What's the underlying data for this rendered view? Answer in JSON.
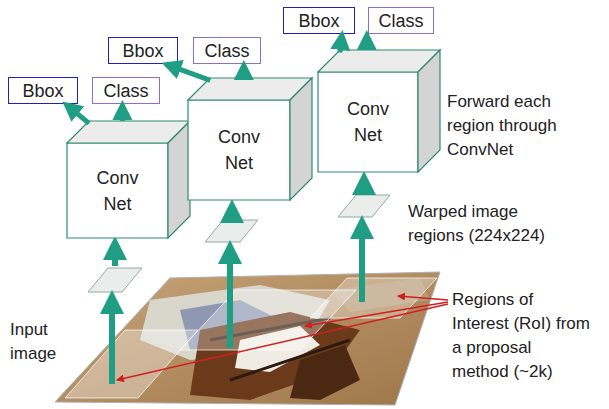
{
  "diagram": {
    "nodes": [
      {
        "text": [
          "Bbox"
        ]
      },
      {
        "text": [
          "Class"
        ]
      },
      {
        "text": [
          "Conv Net"
        ]
      },
      {
        "text": [
          "Bbox"
        ]
      },
      {
        "text": [
          "Class"
        ]
      },
      {
        "text": [
          "Conv Net"
        ]
      },
      {
        "text": [
          "Bbox"
        ]
      },
      {
        "text": [
          "Class"
        ]
      },
      {
        "text": [
          "Conv Net"
        ]
      }
    ],
    "edges": [
      {
        "from": 2,
        "to": 0,
        "arrow": "to"
      },
      {
        "from": 2,
        "to": 1,
        "arrow": "to"
      },
      {
        "from": 5,
        "to": 3,
        "arrow": "to"
      },
      {
        "from": 5,
        "to": 4,
        "arrow": "to"
      },
      {
        "from": 8,
        "to": 6,
        "arrow": "to"
      },
      {
        "from": 8,
        "to": 7,
        "arrow": "to"
      }
    ],
    "labels": [
      "Forward each region through ConvNet",
      "Warped image regions (224x224)",
      "Regions of Interest (RoI) from a proposal method (~2k)",
      "Input image"
    ]
  }
}
